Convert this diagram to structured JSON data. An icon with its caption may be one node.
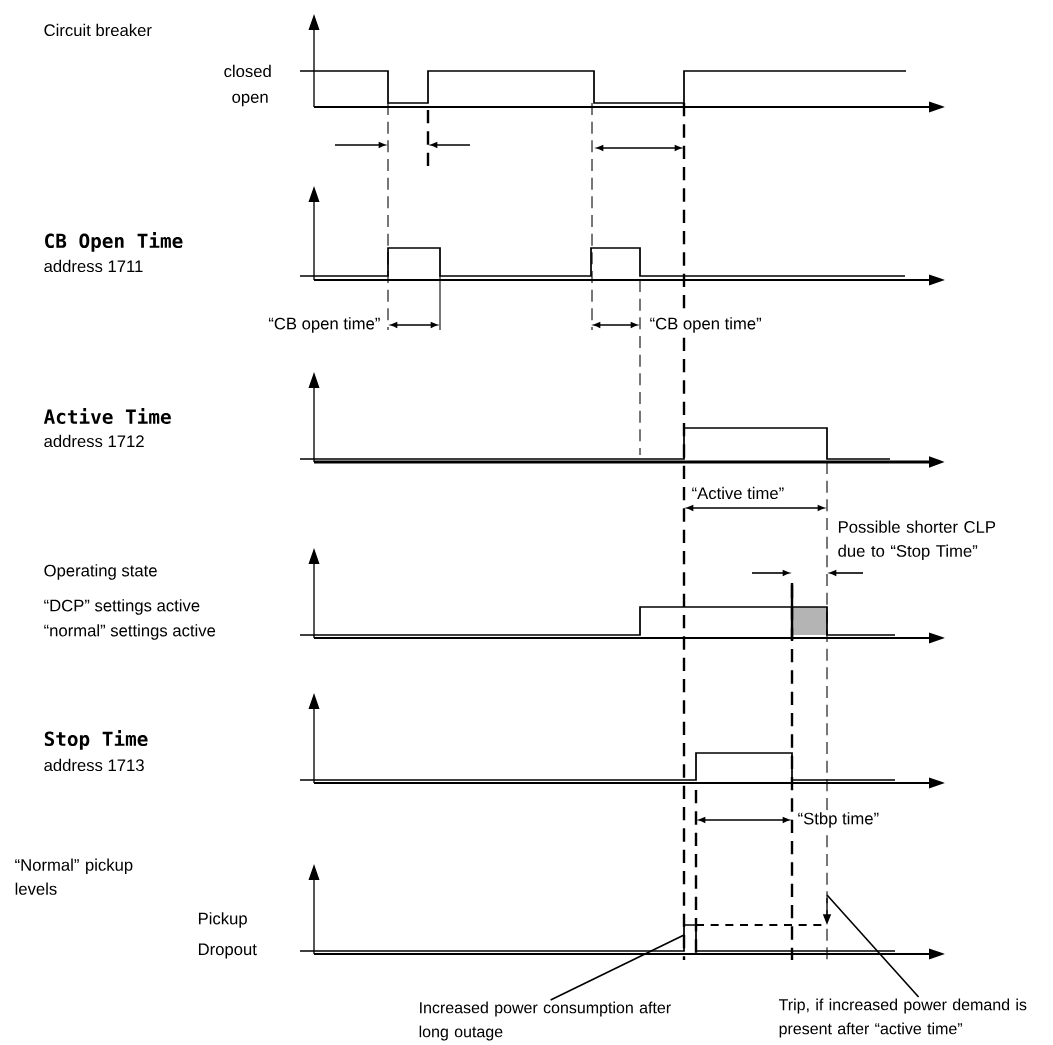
{
  "diagram": {
    "nodes": [
      {
        "text": [
          "Increased power consumption after long outage"
        ]
      },
      {
        "text": [
          "Trip, if increased power demand is present after “active time”"
        ]
      }
    ],
    "edges": [
      {
        "from": 0,
        "to": null,
        "arrow": "none"
      },
      {
        "from": 1,
        "to": null,
        "arrow": "none"
      }
    ],
    "labels": [
      "Circuit breaker",
      "closed",
      "open",
      "CB Open Time",
      "address 1711",
      "“CB open time”",
      "“CB open time”",
      "Active Time",
      "address 1712",
      "“Active time”",
      "Possible shorter CLP due to “Stop Time”",
      "Operating state",
      "“DCP” settings active",
      "“normal” settings active",
      "Stop Time",
      "address 1713",
      "“Stbp time”",
      "“Normal” pickup levels",
      "Pickup",
      "Dropout"
    ]
  }
}
